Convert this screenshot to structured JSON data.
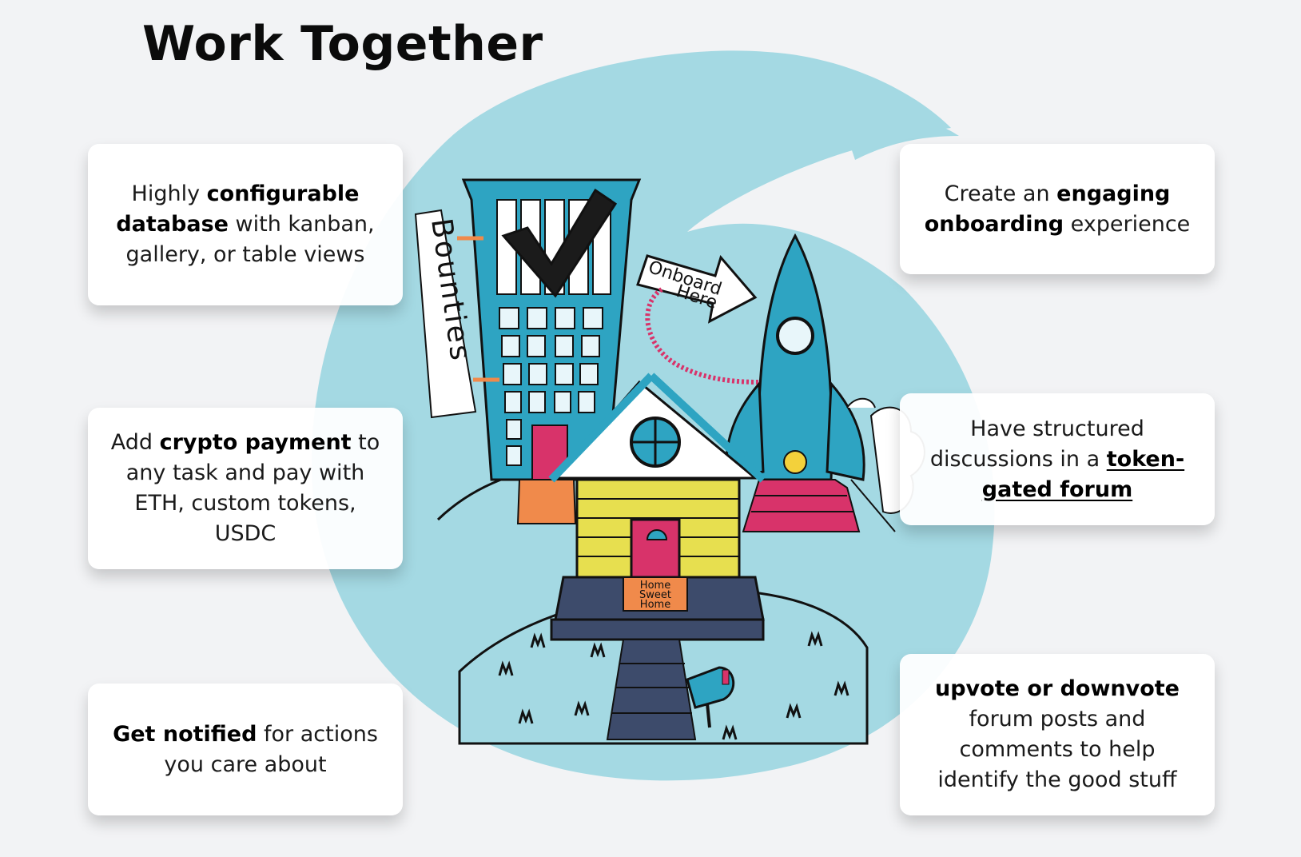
{
  "title": "Work Together",
  "features": [
    {
      "pre": "Highly ",
      "bold": "configurable database",
      "post": " with kanban, gallery, or table views"
    },
    {
      "pre": "Add ",
      "bold": "crypto payment",
      "post": " to any task and pay with ETH, custom tokens, USDC"
    },
    {
      "pre": "",
      "bold": "Get notified",
      "post": " for actions you care about"
    },
    {
      "pre": "Create an ",
      "bold": "engaging onboarding",
      "post": " experience"
    },
    {
      "pre": "Have structured discussions in a ",
      "bold": "token-gated forum",
      "post": ""
    },
    {
      "pre": "",
      "bold": "upvote or downvote",
      "post": " forum posts and comments to help identify the good stuff"
    }
  ],
  "illustration": {
    "bounties_sign": "Bounties",
    "onboard_sign_line1": "Onboard",
    "onboard_sign_line2": "Here",
    "doormat_line1": "Home",
    "doormat_line2": "Sweet",
    "doormat_line3": "Home"
  },
  "colors": {
    "sky": "#a4d9e3",
    "building": "#2ea4c2",
    "pink": "#d8336a",
    "yellow": "#e7df4f",
    "orange": "#f08a4b",
    "navy": "#3d4b6b"
  }
}
